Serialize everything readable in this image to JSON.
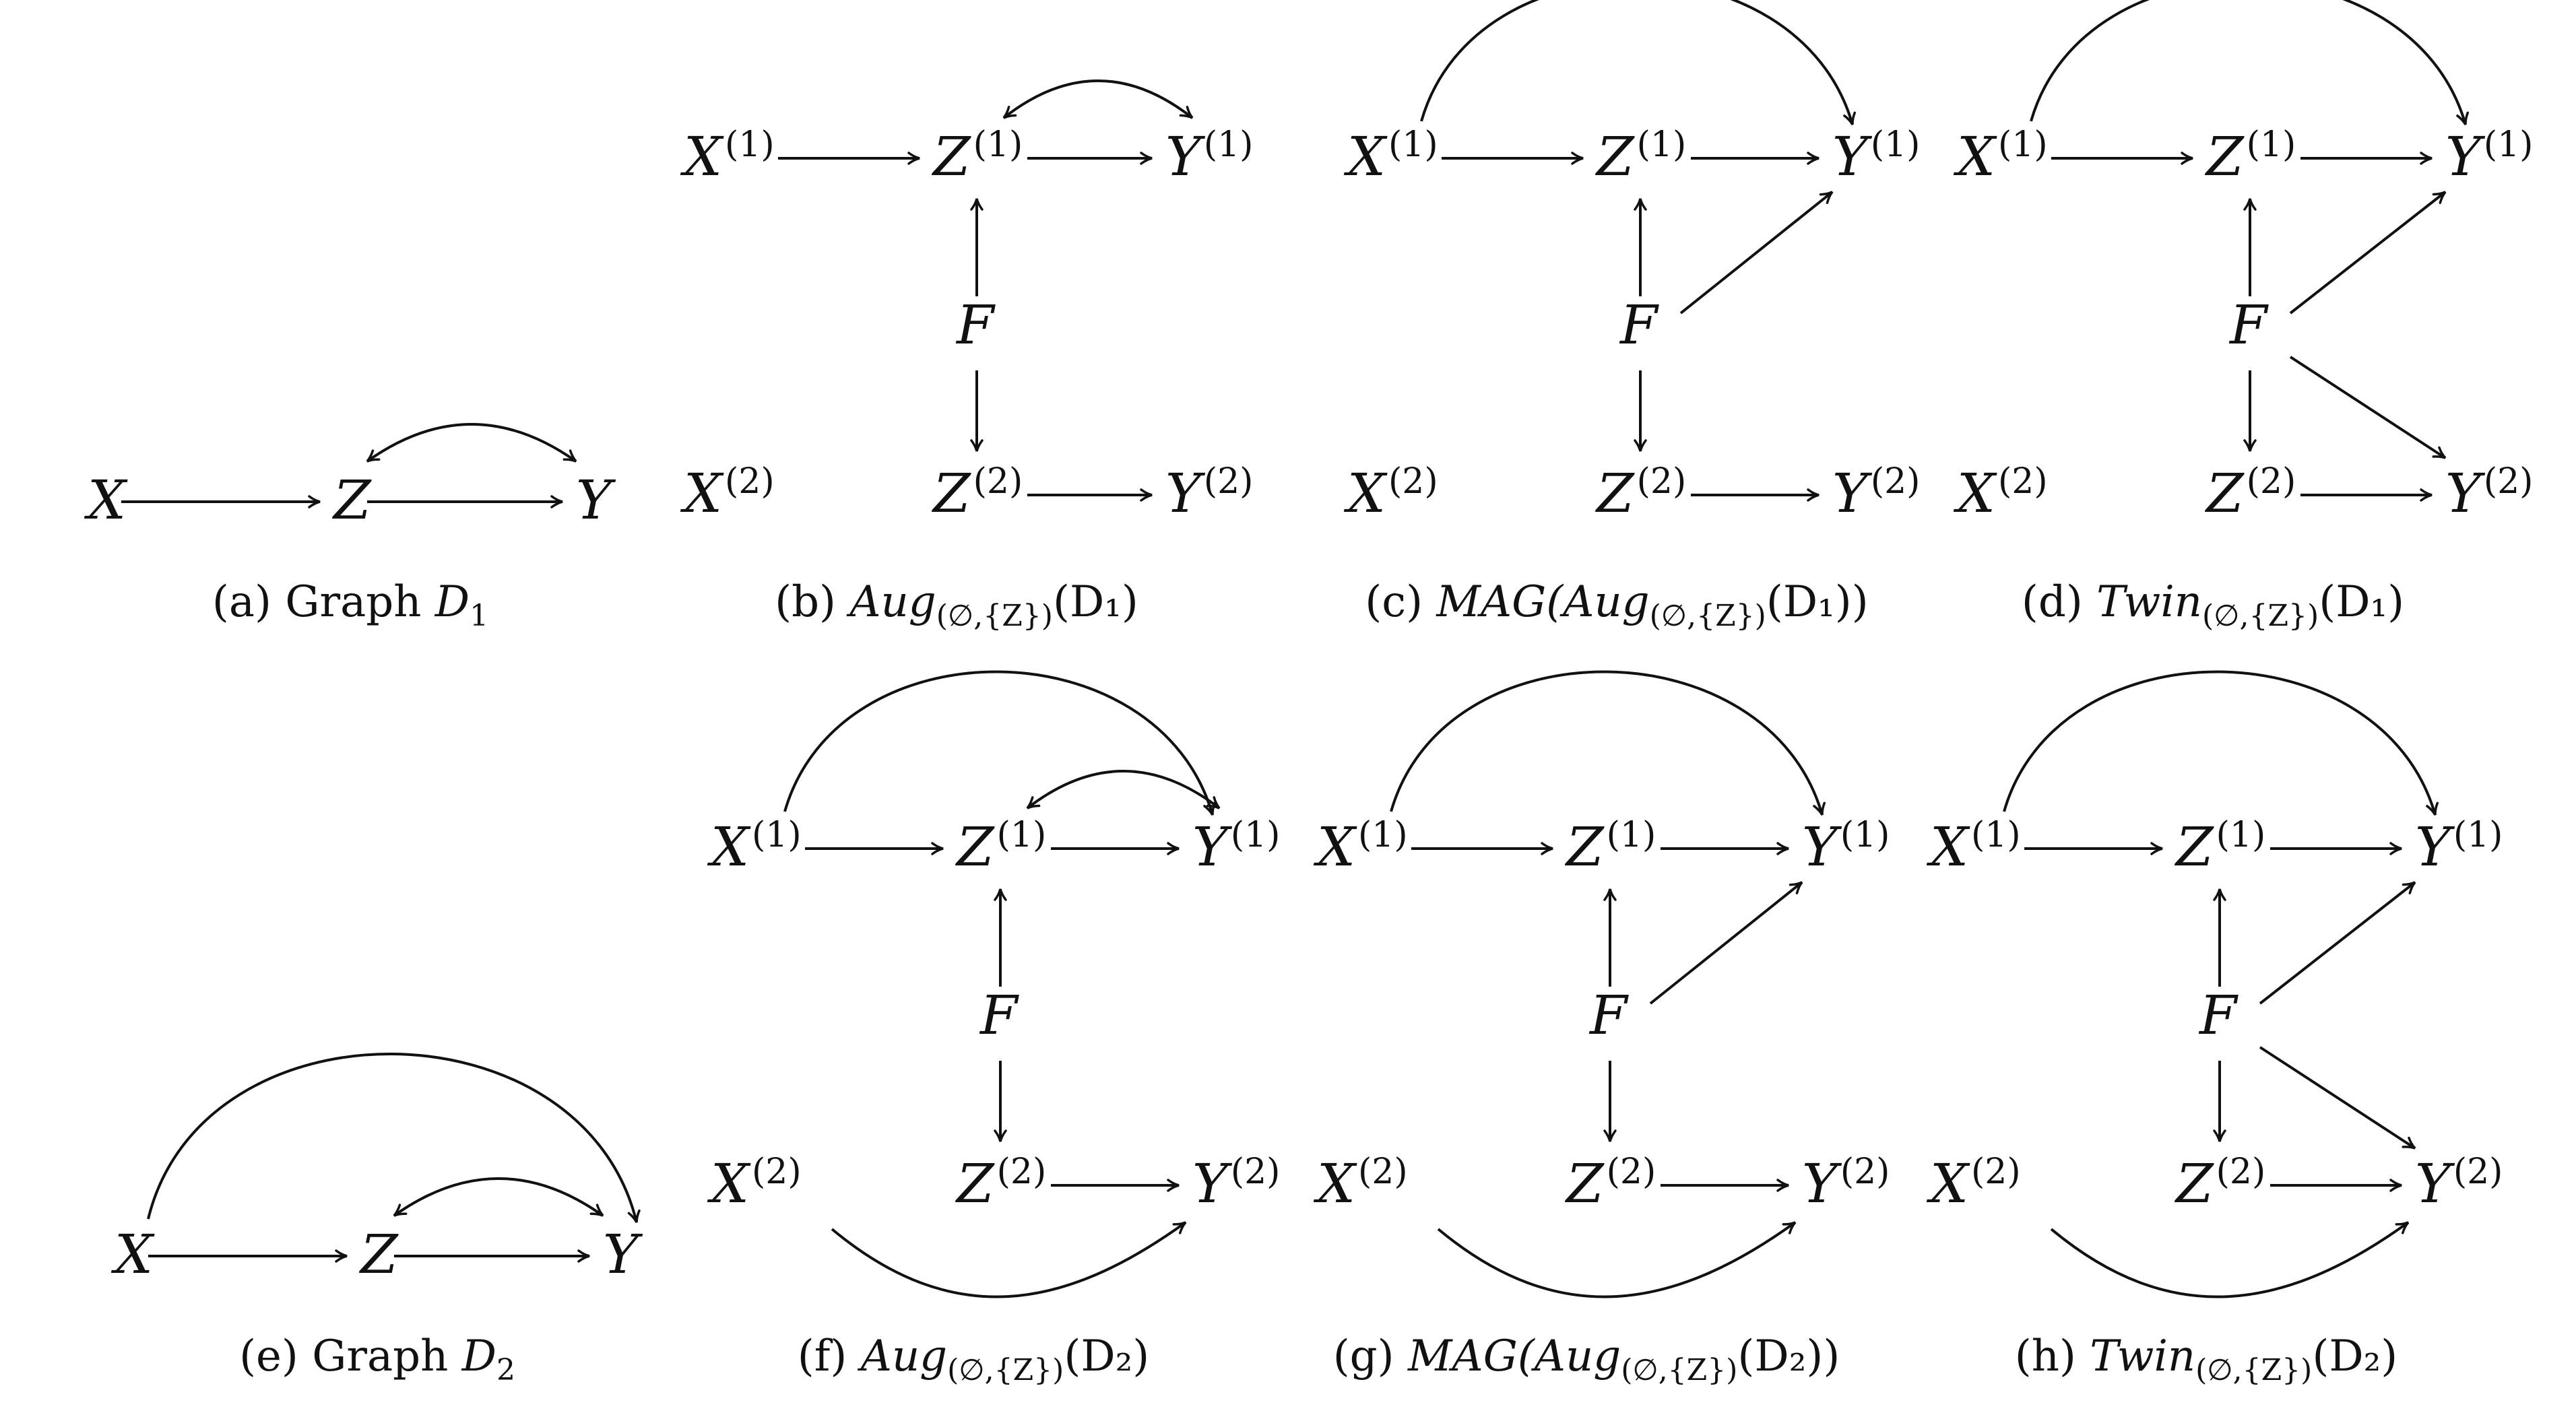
{
  "panels": [
    {
      "id": "a",
      "caption": {
        "prefix": "(a) Graph ",
        "name": "D",
        "sub": "1",
        "suffix": ""
      },
      "nodes": [
        {
          "id": "X",
          "label": "X",
          "sup": ""
        },
        {
          "id": "Z",
          "label": "Z",
          "sup": ""
        },
        {
          "id": "Y",
          "label": "Y",
          "sup": ""
        }
      ],
      "edges": [
        {
          "from": "X",
          "to": "Z",
          "type": "directed"
        },
        {
          "from": "Z",
          "to": "Y",
          "type": "directed"
        },
        {
          "from": "Z",
          "to": "Y",
          "type": "bidirected"
        }
      ]
    },
    {
      "id": "b",
      "caption": {
        "prefix": "(b) ",
        "name": "Aug",
        "sub": "(∅,{Z})",
        "suffix": "(D₁)"
      },
      "nodes": [
        {
          "id": "X1",
          "label": "X",
          "sup": "(1)"
        },
        {
          "id": "Z1",
          "label": "Z",
          "sup": "(1)"
        },
        {
          "id": "Y1",
          "label": "Y",
          "sup": "(1)"
        },
        {
          "id": "F",
          "label": "F",
          "sup": ""
        },
        {
          "id": "X2",
          "label": "X",
          "sup": "(2)"
        },
        {
          "id": "Z2",
          "label": "Z",
          "sup": "(2)"
        },
        {
          "id": "Y2",
          "label": "Y",
          "sup": "(2)"
        }
      ],
      "edges": [
        {
          "from": "X1",
          "to": "Z1",
          "type": "directed"
        },
        {
          "from": "Z1",
          "to": "Y1",
          "type": "directed"
        },
        {
          "from": "Z1",
          "to": "Y1",
          "type": "bidirected"
        },
        {
          "from": "F",
          "to": "Z1",
          "type": "directed"
        },
        {
          "from": "F",
          "to": "Z2",
          "type": "directed"
        },
        {
          "from": "Z2",
          "to": "Y2",
          "type": "directed"
        }
      ]
    },
    {
      "id": "c",
      "caption": {
        "prefix": "(c) ",
        "name": "MAG(Aug",
        "sub": "(∅,{Z})",
        "suffix": "(D₁))"
      },
      "nodes": [
        {
          "id": "X1",
          "label": "X",
          "sup": "(1)"
        },
        {
          "id": "Z1",
          "label": "Z",
          "sup": "(1)"
        },
        {
          "id": "Y1",
          "label": "Y",
          "sup": "(1)"
        },
        {
          "id": "F",
          "label": "F",
          "sup": ""
        },
        {
          "id": "X2",
          "label": "X",
          "sup": "(2)"
        },
        {
          "id": "Z2",
          "label": "Z",
          "sup": "(2)"
        },
        {
          "id": "Y2",
          "label": "Y",
          "sup": "(2)"
        }
      ],
      "edges": [
        {
          "from": "X1",
          "to": "Z1",
          "type": "directed"
        },
        {
          "from": "Z1",
          "to": "Y1",
          "type": "directed"
        },
        {
          "from": "X1",
          "to": "Y1",
          "type": "directed-curved"
        },
        {
          "from": "F",
          "to": "Z1",
          "type": "directed"
        },
        {
          "from": "F",
          "to": "Y1",
          "type": "directed"
        },
        {
          "from": "F",
          "to": "Z2",
          "type": "directed"
        },
        {
          "from": "Z2",
          "to": "Y2",
          "type": "directed"
        }
      ]
    },
    {
      "id": "d",
      "caption": {
        "prefix": "(d) ",
        "name": "Twin",
        "sub": "(∅,{Z})",
        "suffix": "(D₁)"
      },
      "nodes": [
        {
          "id": "X1",
          "label": "X",
          "sup": "(1)"
        },
        {
          "id": "Z1",
          "label": "Z",
          "sup": "(1)"
        },
        {
          "id": "Y1",
          "label": "Y",
          "sup": "(1)"
        },
        {
          "id": "F",
          "label": "F",
          "sup": ""
        },
        {
          "id": "X2",
          "label": "X",
          "sup": "(2)"
        },
        {
          "id": "Z2",
          "label": "Z",
          "sup": "(2)"
        },
        {
          "id": "Y2",
          "label": "Y",
          "sup": "(2)"
        }
      ],
      "edges": [
        {
          "from": "X1",
          "to": "Z1",
          "type": "directed"
        },
        {
          "from": "Z1",
          "to": "Y1",
          "type": "directed"
        },
        {
          "from": "X1",
          "to": "Y1",
          "type": "directed-curved"
        },
        {
          "from": "F",
          "to": "Z1",
          "type": "directed"
        },
        {
          "from": "F",
          "to": "Y1",
          "type": "directed"
        },
        {
          "from": "F",
          "to": "Z2",
          "type": "directed"
        },
        {
          "from": "F",
          "to": "Y2",
          "type": "directed"
        },
        {
          "from": "Z2",
          "to": "Y2",
          "type": "directed"
        }
      ]
    },
    {
      "id": "e",
      "caption": {
        "prefix": "(e) Graph ",
        "name": "D",
        "sub": "2",
        "suffix": ""
      },
      "nodes": [
        {
          "id": "X",
          "label": "X",
          "sup": ""
        },
        {
          "id": "Z",
          "label": "Z",
          "sup": ""
        },
        {
          "id": "Y",
          "label": "Y",
          "sup": ""
        }
      ],
      "edges": [
        {
          "from": "X",
          "to": "Z",
          "type": "directed"
        },
        {
          "from": "Z",
          "to": "Y",
          "type": "directed"
        },
        {
          "from": "Z",
          "to": "Y",
          "type": "bidirected"
        },
        {
          "from": "X",
          "to": "Y",
          "type": "directed-curved"
        }
      ]
    },
    {
      "id": "f",
      "caption": {
        "prefix": "(f) ",
        "name": "Aug",
        "sub": "(∅,{Z})",
        "suffix": "(D₂)"
      },
      "nodes": [
        {
          "id": "X1",
          "label": "X",
          "sup": "(1)"
        },
        {
          "id": "Z1",
          "label": "Z",
          "sup": "(1)"
        },
        {
          "id": "Y1",
          "label": "Y",
          "sup": "(1)"
        },
        {
          "id": "F",
          "label": "F",
          "sup": ""
        },
        {
          "id": "X2",
          "label": "X",
          "sup": "(2)"
        },
        {
          "id": "Z2",
          "label": "Z",
          "sup": "(2)"
        },
        {
          "id": "Y2",
          "label": "Y",
          "sup": "(2)"
        }
      ],
      "edges": [
        {
          "from": "X1",
          "to": "Z1",
          "type": "directed"
        },
        {
          "from": "Z1",
          "to": "Y1",
          "type": "directed"
        },
        {
          "from": "Z1",
          "to": "Y1",
          "type": "bidirected"
        },
        {
          "from": "X1",
          "to": "Y1",
          "type": "directed-curved"
        },
        {
          "from": "F",
          "to": "Z1",
          "type": "directed"
        },
        {
          "from": "F",
          "to": "Z2",
          "type": "directed"
        },
        {
          "from": "Z2",
          "to": "Y2",
          "type": "directed"
        },
        {
          "from": "X2",
          "to": "Y2",
          "type": "directed-curved-below"
        }
      ]
    },
    {
      "id": "g",
      "caption": {
        "prefix": "(g) ",
        "name": "MAG(Aug",
        "sub": "(∅,{Z})",
        "suffix": "(D₂))"
      },
      "nodes": [
        {
          "id": "X1",
          "label": "X",
          "sup": "(1)"
        },
        {
          "id": "Z1",
          "label": "Z",
          "sup": "(1)"
        },
        {
          "id": "Y1",
          "label": "Y",
          "sup": "(1)"
        },
        {
          "id": "F",
          "label": "F",
          "sup": ""
        },
        {
          "id": "X2",
          "label": "X",
          "sup": "(2)"
        },
        {
          "id": "Z2",
          "label": "Z",
          "sup": "(2)"
        },
        {
          "id": "Y2",
          "label": "Y",
          "sup": "(2)"
        }
      ],
      "edges": [
        {
          "from": "X1",
          "to": "Z1",
          "type": "directed"
        },
        {
          "from": "Z1",
          "to": "Y1",
          "type": "directed"
        },
        {
          "from": "X1",
          "to": "Y1",
          "type": "directed-curved"
        },
        {
          "from": "F",
          "to": "Z1",
          "type": "directed"
        },
        {
          "from": "F",
          "to": "Y1",
          "type": "directed"
        },
        {
          "from": "F",
          "to": "Z2",
          "type": "directed"
        },
        {
          "from": "Z2",
          "to": "Y2",
          "type": "directed"
        },
        {
          "from": "X2",
          "to": "Y2",
          "type": "directed-curved-below"
        }
      ]
    },
    {
      "id": "h",
      "caption": {
        "prefix": "(h) ",
        "name": "Twin",
        "sub": "(∅,{Z})",
        "suffix": "(D₂)"
      },
      "nodes": [
        {
          "id": "X1",
          "label": "X",
          "sup": "(1)"
        },
        {
          "id": "Z1",
          "label": "Z",
          "sup": "(1)"
        },
        {
          "id": "Y1",
          "label": "Y",
          "sup": "(1)"
        },
        {
          "id": "F",
          "label": "F",
          "sup": ""
        },
        {
          "id": "X2",
          "label": "X",
          "sup": "(2)"
        },
        {
          "id": "Z2",
          "label": "Z",
          "sup": "(2)"
        },
        {
          "id": "Y2",
          "label": "Y",
          "sup": "(2)"
        }
      ],
      "edges": [
        {
          "from": "X1",
          "to": "Z1",
          "type": "directed"
        },
        {
          "from": "Z1",
          "to": "Y1",
          "type": "directed"
        },
        {
          "from": "X1",
          "to": "Y1",
          "type": "directed-curved"
        },
        {
          "from": "F",
          "to": "Z1",
          "type": "directed"
        },
        {
          "from": "F",
          "to": "Y1",
          "type": "directed"
        },
        {
          "from": "F",
          "to": "Z2",
          "type": "directed"
        },
        {
          "from": "F",
          "to": "Y2",
          "type": "directed"
        },
        {
          "from": "Z2",
          "to": "Y2",
          "type": "directed"
        },
        {
          "from": "X2",
          "to": "Y2",
          "type": "directed-curved-below"
        }
      ]
    }
  ]
}
